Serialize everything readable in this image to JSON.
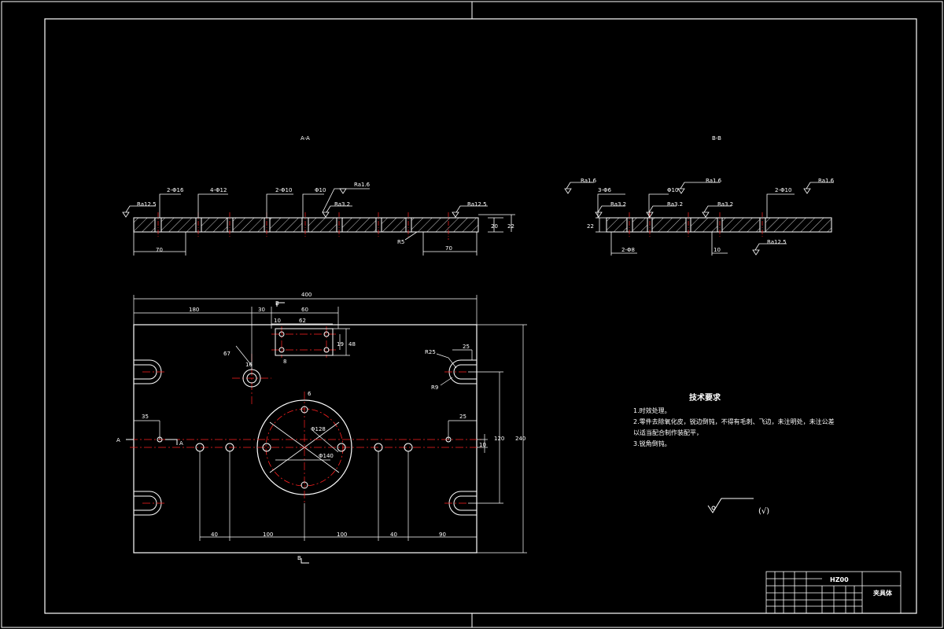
{
  "sections": {
    "aa": {
      "label": "A-A"
    },
    "bb": {
      "label": "B-B"
    }
  },
  "section_aa": {
    "callouts": [
      "2-Φ16",
      "4-Φ12",
      "2-Φ10",
      "Φ10",
      "Ra1.6",
      "Ra12.5",
      "Ra3.2",
      "Ra12.5"
    ],
    "dims": [
      "70",
      "70",
      "R5",
      "20",
      "22"
    ]
  },
  "section_bb": {
    "callouts": [
      "Ra1.6",
      "3-Φ6",
      "Φ10",
      "Ra1.6",
      "2-Φ10",
      "Ra1.6",
      "Ra3.2",
      "Ra3.2",
      "Ra3.2",
      "Ra12.5"
    ],
    "dims": [
      "22",
      "2-Φ8",
      "10"
    ]
  },
  "plan_view": {
    "dims": {
      "overall_width": "400",
      "left_offset": "180",
      "d30": "30",
      "d60": "60",
      "d10": "10",
      "d62": "62",
      "d19": "19",
      "d48": "48",
      "d8": "8",
      "d67": "67",
      "d16": "16",
      "r25": "R25",
      "d25_top": "25",
      "r9": "R9",
      "d35": "35",
      "d25_right": "25",
      "d10_right": "10",
      "d120": "120",
      "d240": "240",
      "phi128": "Φ128",
      "phi140": "Φ140",
      "d6": "6",
      "b40_left": "40",
      "b100_left": "100",
      "b100_right": "100",
      "b40_right": "40",
      "b90": "90"
    },
    "section_marks": {
      "a_left": "A",
      "a_right": "A",
      "b_top": "B",
      "b_bottom": "B"
    }
  },
  "tech_req": {
    "title": "技术要求",
    "items": [
      "1.时效处理。",
      "2.零件去除氧化皮，锐边倒钝，不得有毛刺、飞边，未注明处，未注公差",
      "以适当配合制作装配平，",
      "3.锐角倒钝。"
    ]
  },
  "general_roughness": "(√)",
  "title_block": {
    "code": "HZ00",
    "name": "夹具体"
  },
  "colors": {
    "line": "#ffffff",
    "centerline": "#ff2020",
    "hatch": "#ffffff",
    "background": "#000000"
  }
}
